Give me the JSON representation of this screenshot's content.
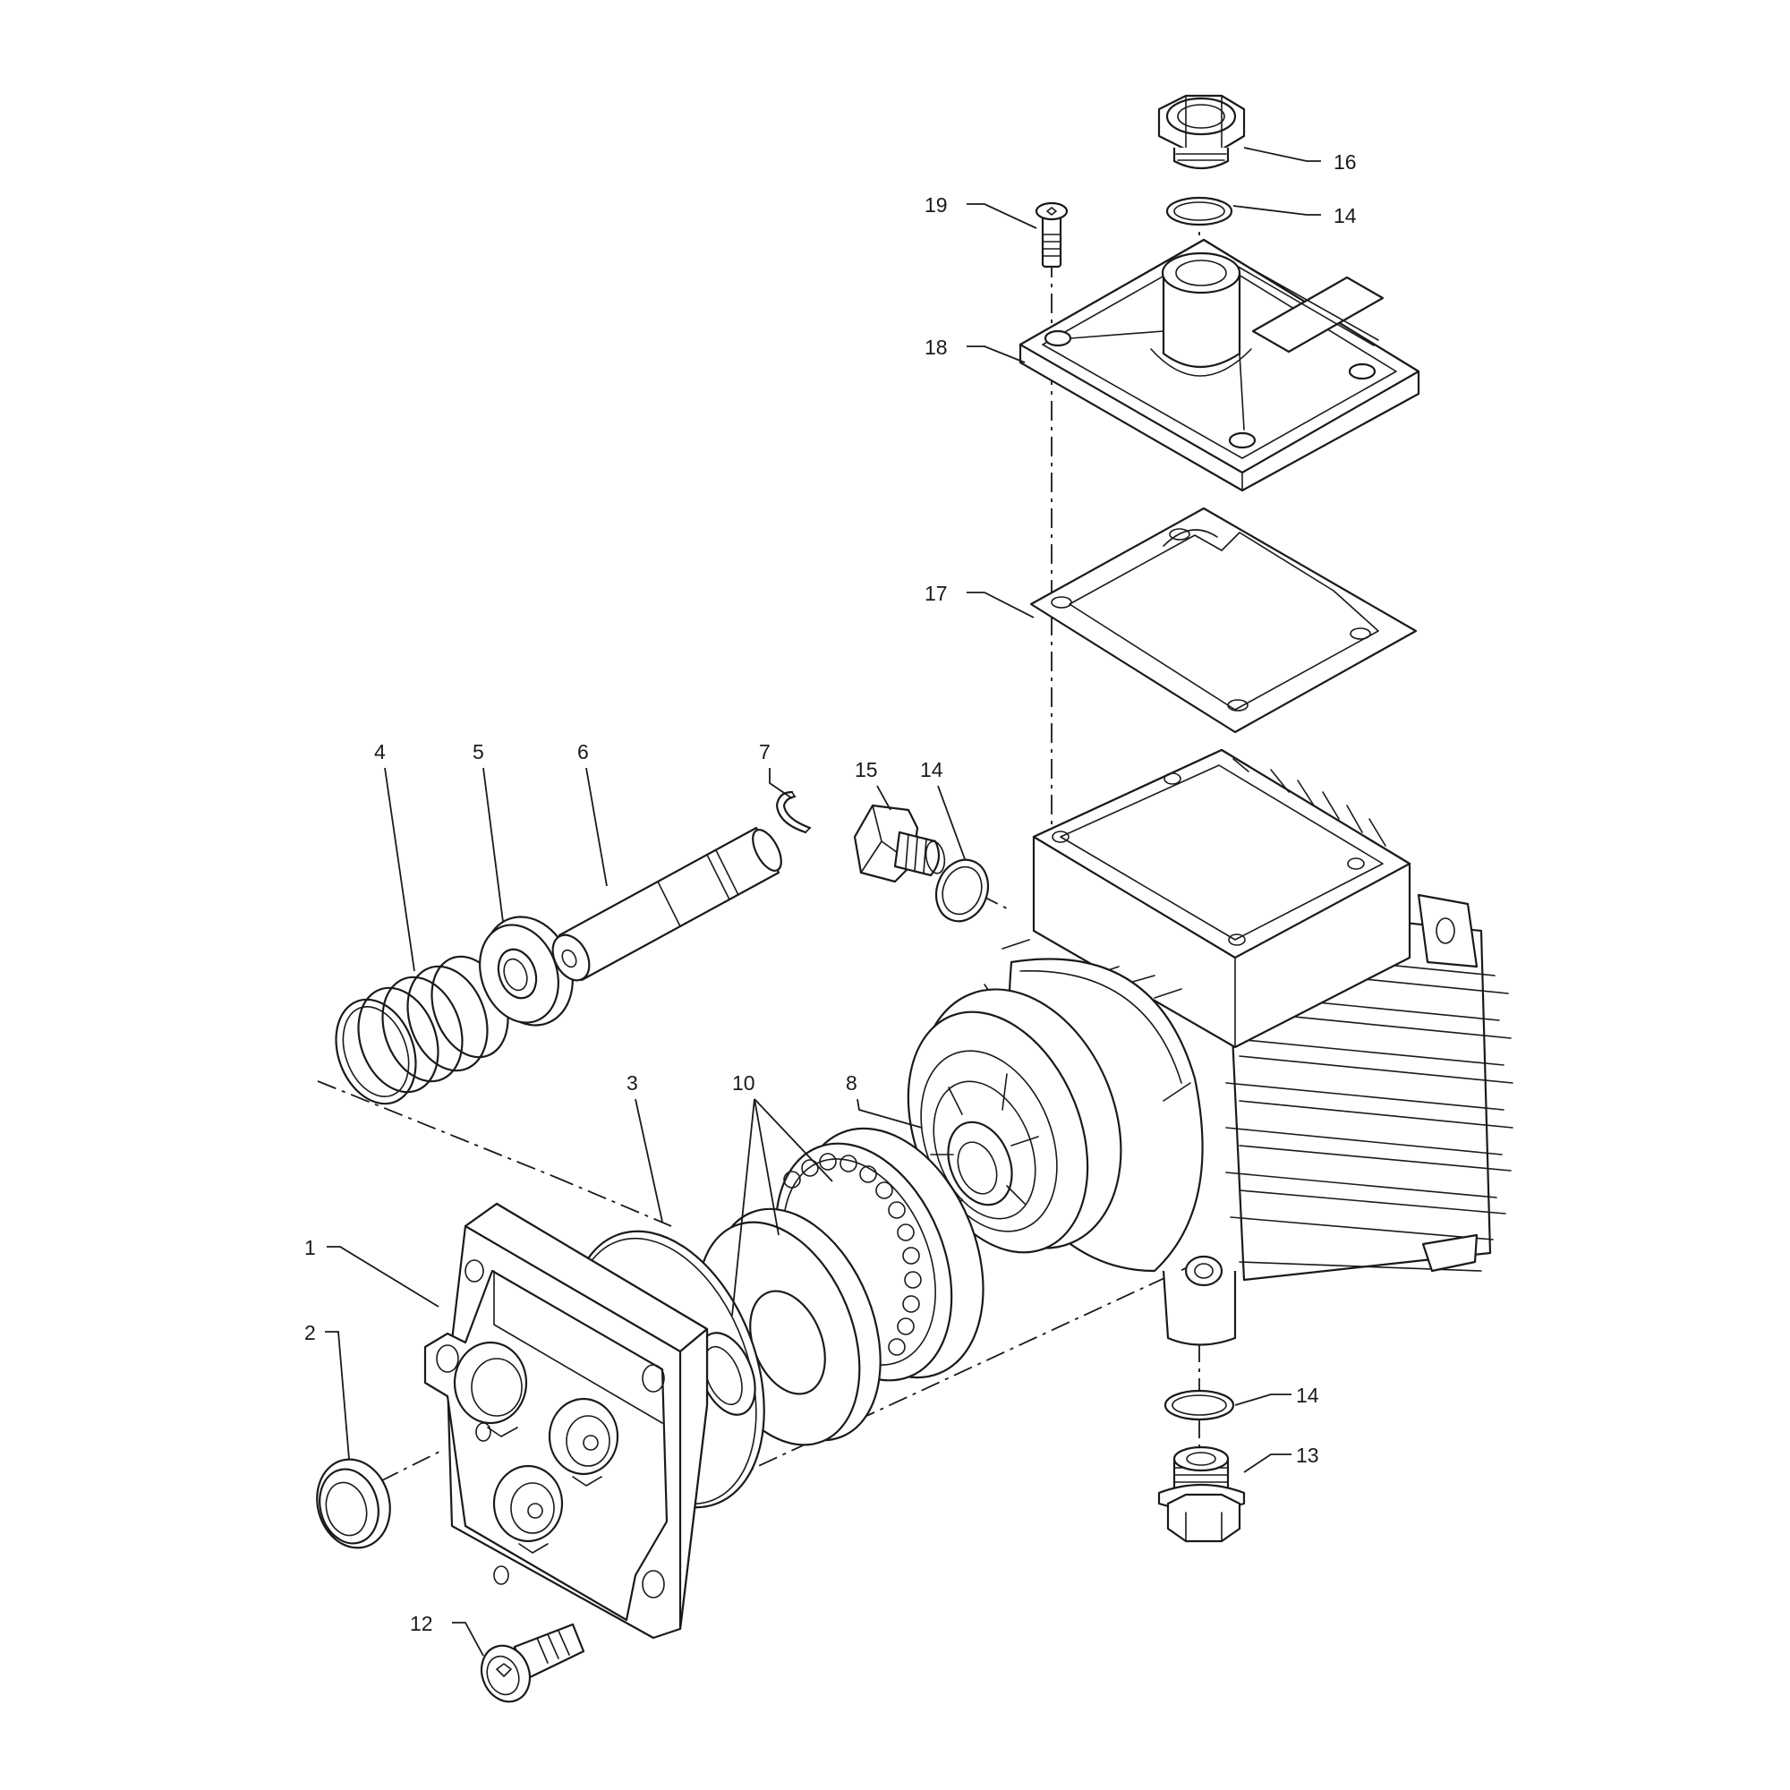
{
  "diagram": {
    "labels": [
      {
        "id": "1",
        "text": "1"
      },
      {
        "id": "2",
        "text": "2"
      },
      {
        "id": "3",
        "text": "3"
      },
      {
        "id": "4",
        "text": "4"
      },
      {
        "id": "5",
        "text": "5"
      },
      {
        "id": "6",
        "text": "6"
      },
      {
        "id": "7",
        "text": "7"
      },
      {
        "id": "8",
        "text": "8"
      },
      {
        "id": "10",
        "text": "10"
      },
      {
        "id": "12",
        "text": "12"
      },
      {
        "id": "13",
        "text": "13"
      },
      {
        "id": "14a",
        "text": "14"
      },
      {
        "id": "14b",
        "text": "14"
      },
      {
        "id": "14c",
        "text": "14"
      },
      {
        "id": "15",
        "text": "15"
      },
      {
        "id": "16",
        "text": "16"
      },
      {
        "id": "17",
        "text": "17"
      },
      {
        "id": "18",
        "text": "18"
      },
      {
        "id": "19",
        "text": "19"
      }
    ]
  }
}
